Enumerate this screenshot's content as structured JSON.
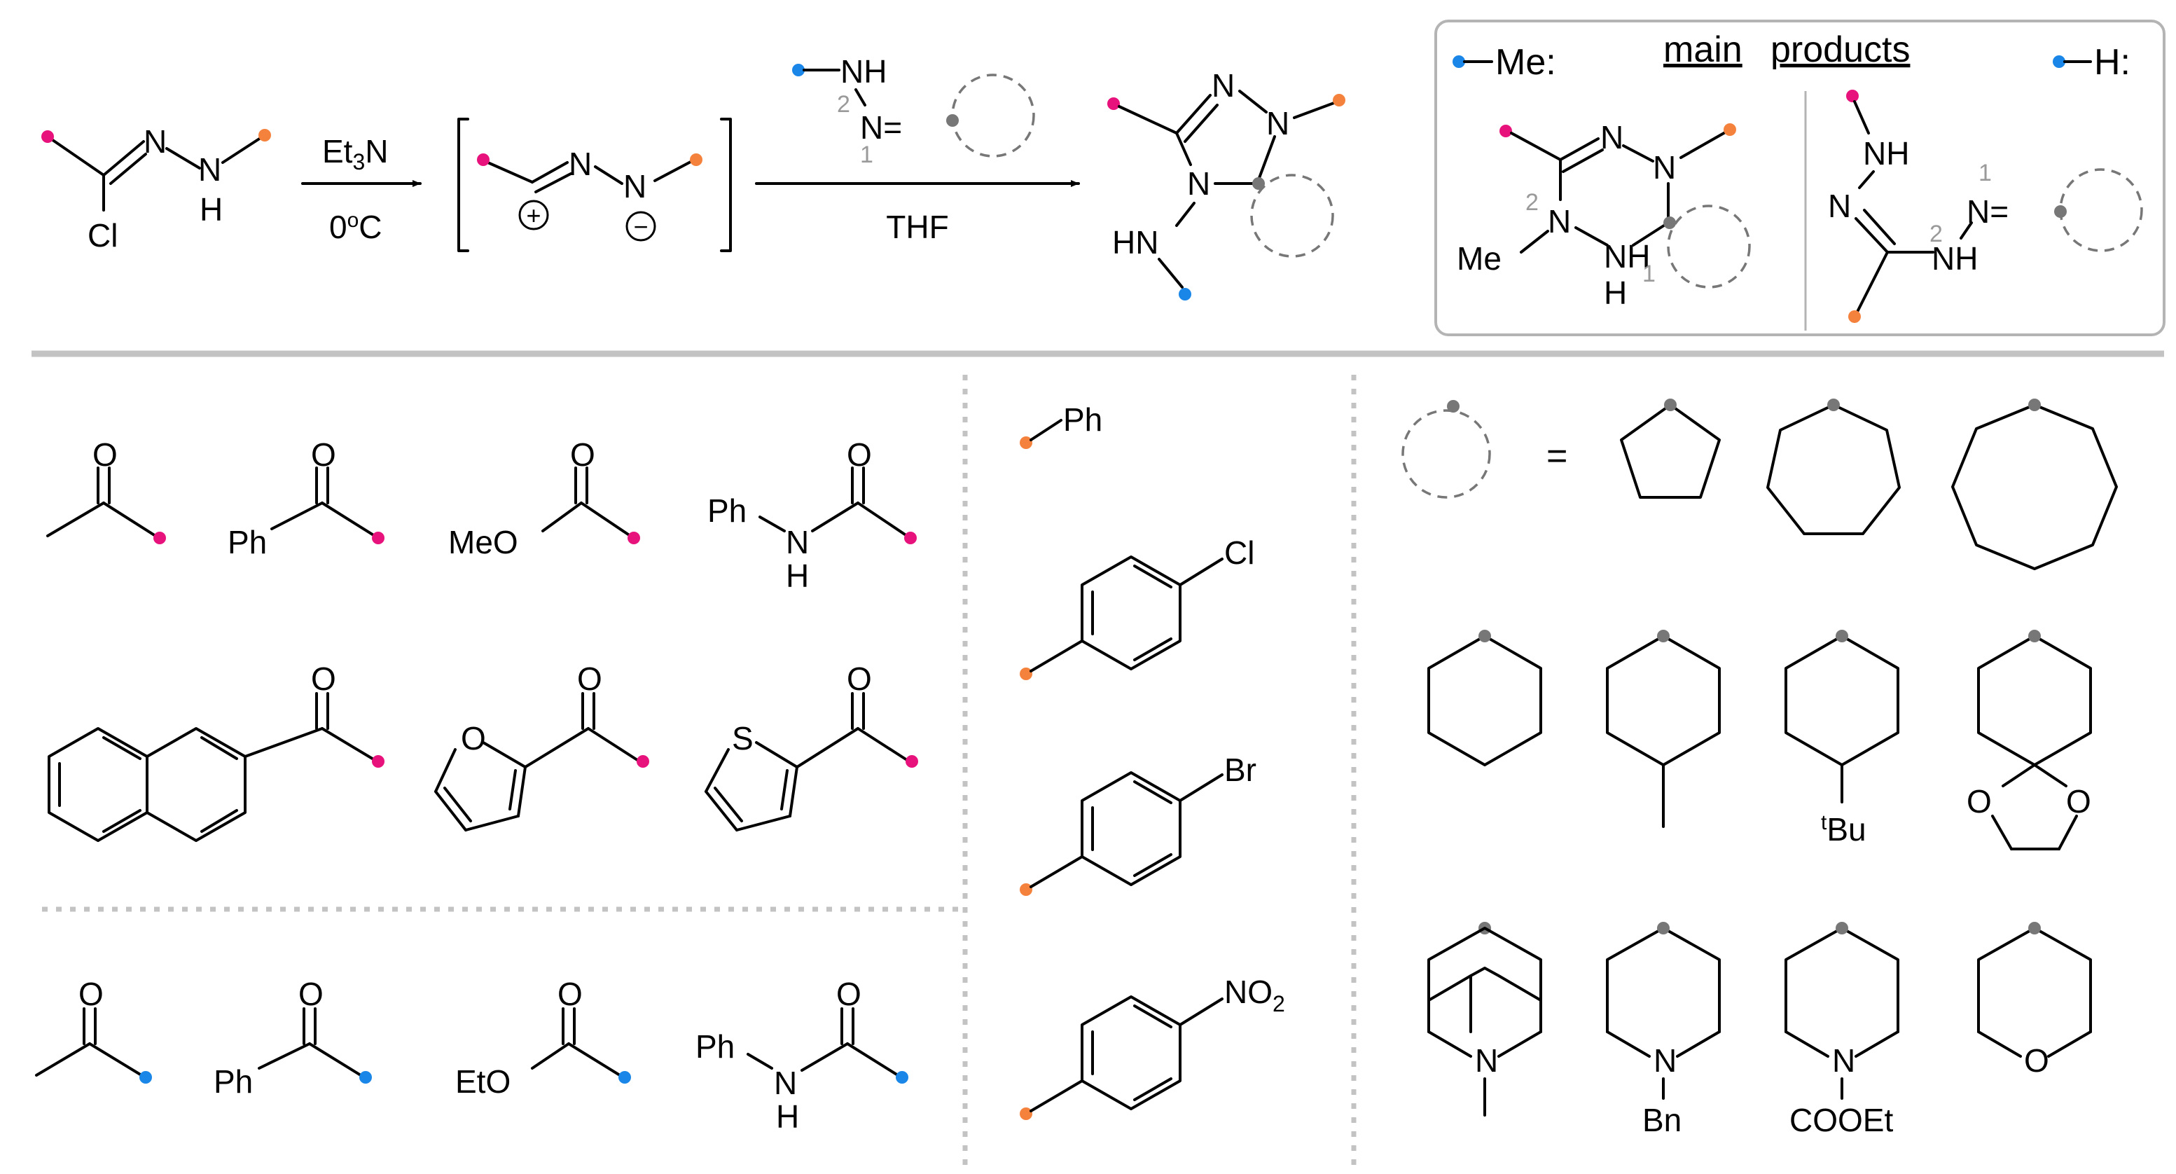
{
  "colors": {
    "r1_dot": "#e8127c",
    "r2_dot": "#f5823c",
    "r3_dot": "#1a86e8",
    "spiro_dot": "#777777",
    "frame": "#b4b4b4",
    "divider": "#c3c3c3"
  },
  "reaction": {
    "precursor": {
      "N_imine": "N",
      "NH_top": "N",
      "NH_bottom": "H",
      "Cl": "Cl"
    },
    "base": {
      "reagent": "Et",
      "sub3": "3",
      "N": "N",
      "temp_num": "0",
      "temp_sup": "o",
      "temp_unit": "C"
    },
    "nitrile_imine": {
      "N1": "N",
      "N2": "N",
      "plus": "+",
      "minus": "−"
    },
    "hydrazone": {
      "NH": "NH",
      "N": "N=",
      "pos2": "2",
      "pos1": "1"
    },
    "solvent": "THF",
    "product": {
      "N1": "N",
      "N2": "N",
      "N4": "N",
      "HN": "HN"
    }
  },
  "main_products": {
    "heading_1": "main",
    "heading_2": "products",
    "me_label": "Me:",
    "h_label": "H:",
    "me_product": {
      "N_a": "N",
      "N_b": "N",
      "N_c": "N",
      "NH": "NH",
      "H": "H",
      "Me": "Me",
      "pos2": "2",
      "pos1": "1"
    },
    "h_product": {
      "NH_top": "NH",
      "N_left": "N",
      "N_mid": "N=",
      "NH_right": "NH",
      "pos1": "1",
      "pos2": "2"
    }
  },
  "r1_groups": {
    "row1": [
      {
        "O": "O",
        "sub": ""
      },
      {
        "O": "O",
        "sub": "Ph"
      },
      {
        "O": "O",
        "sub": "MeO"
      },
      {
        "O": "O",
        "sub": "Ph",
        "N": "N",
        "H": "H"
      }
    ],
    "row2": [
      {
        "O": "O",
        "ring": ""
      },
      {
        "O": "O",
        "ring": "O"
      },
      {
        "O": "O",
        "ring": "S"
      }
    ]
  },
  "r3_groups": [
    {
      "O": "O",
      "sub": ""
    },
    {
      "O": "O",
      "sub": "Ph"
    },
    {
      "O": "O",
      "sub": "EtO"
    },
    {
      "O": "O",
      "sub": "Ph",
      "N": "N",
      "H": "H"
    }
  ],
  "r2_groups": [
    {
      "label": "Ph"
    },
    {
      "label": "Cl"
    },
    {
      "label": "Br"
    },
    {
      "label": "NO",
      "sub": "2"
    }
  ],
  "ring_legend": {
    "equals": "=",
    "row1": [
      "",
      "",
      ""
    ],
    "row2": [
      {
        "sub": ""
      },
      {
        "sub": ""
      },
      {
        "sub_sup": "t",
        "sub": "Bu"
      },
      {
        "O1": "O",
        "O2": "O"
      }
    ],
    "row3": [
      {
        "N": "N",
        "sub": ""
      },
      {
        "N": "N",
        "sub": "Bn"
      },
      {
        "N": "N",
        "sub": "COOEt"
      },
      {
        "O": "O"
      }
    ]
  }
}
